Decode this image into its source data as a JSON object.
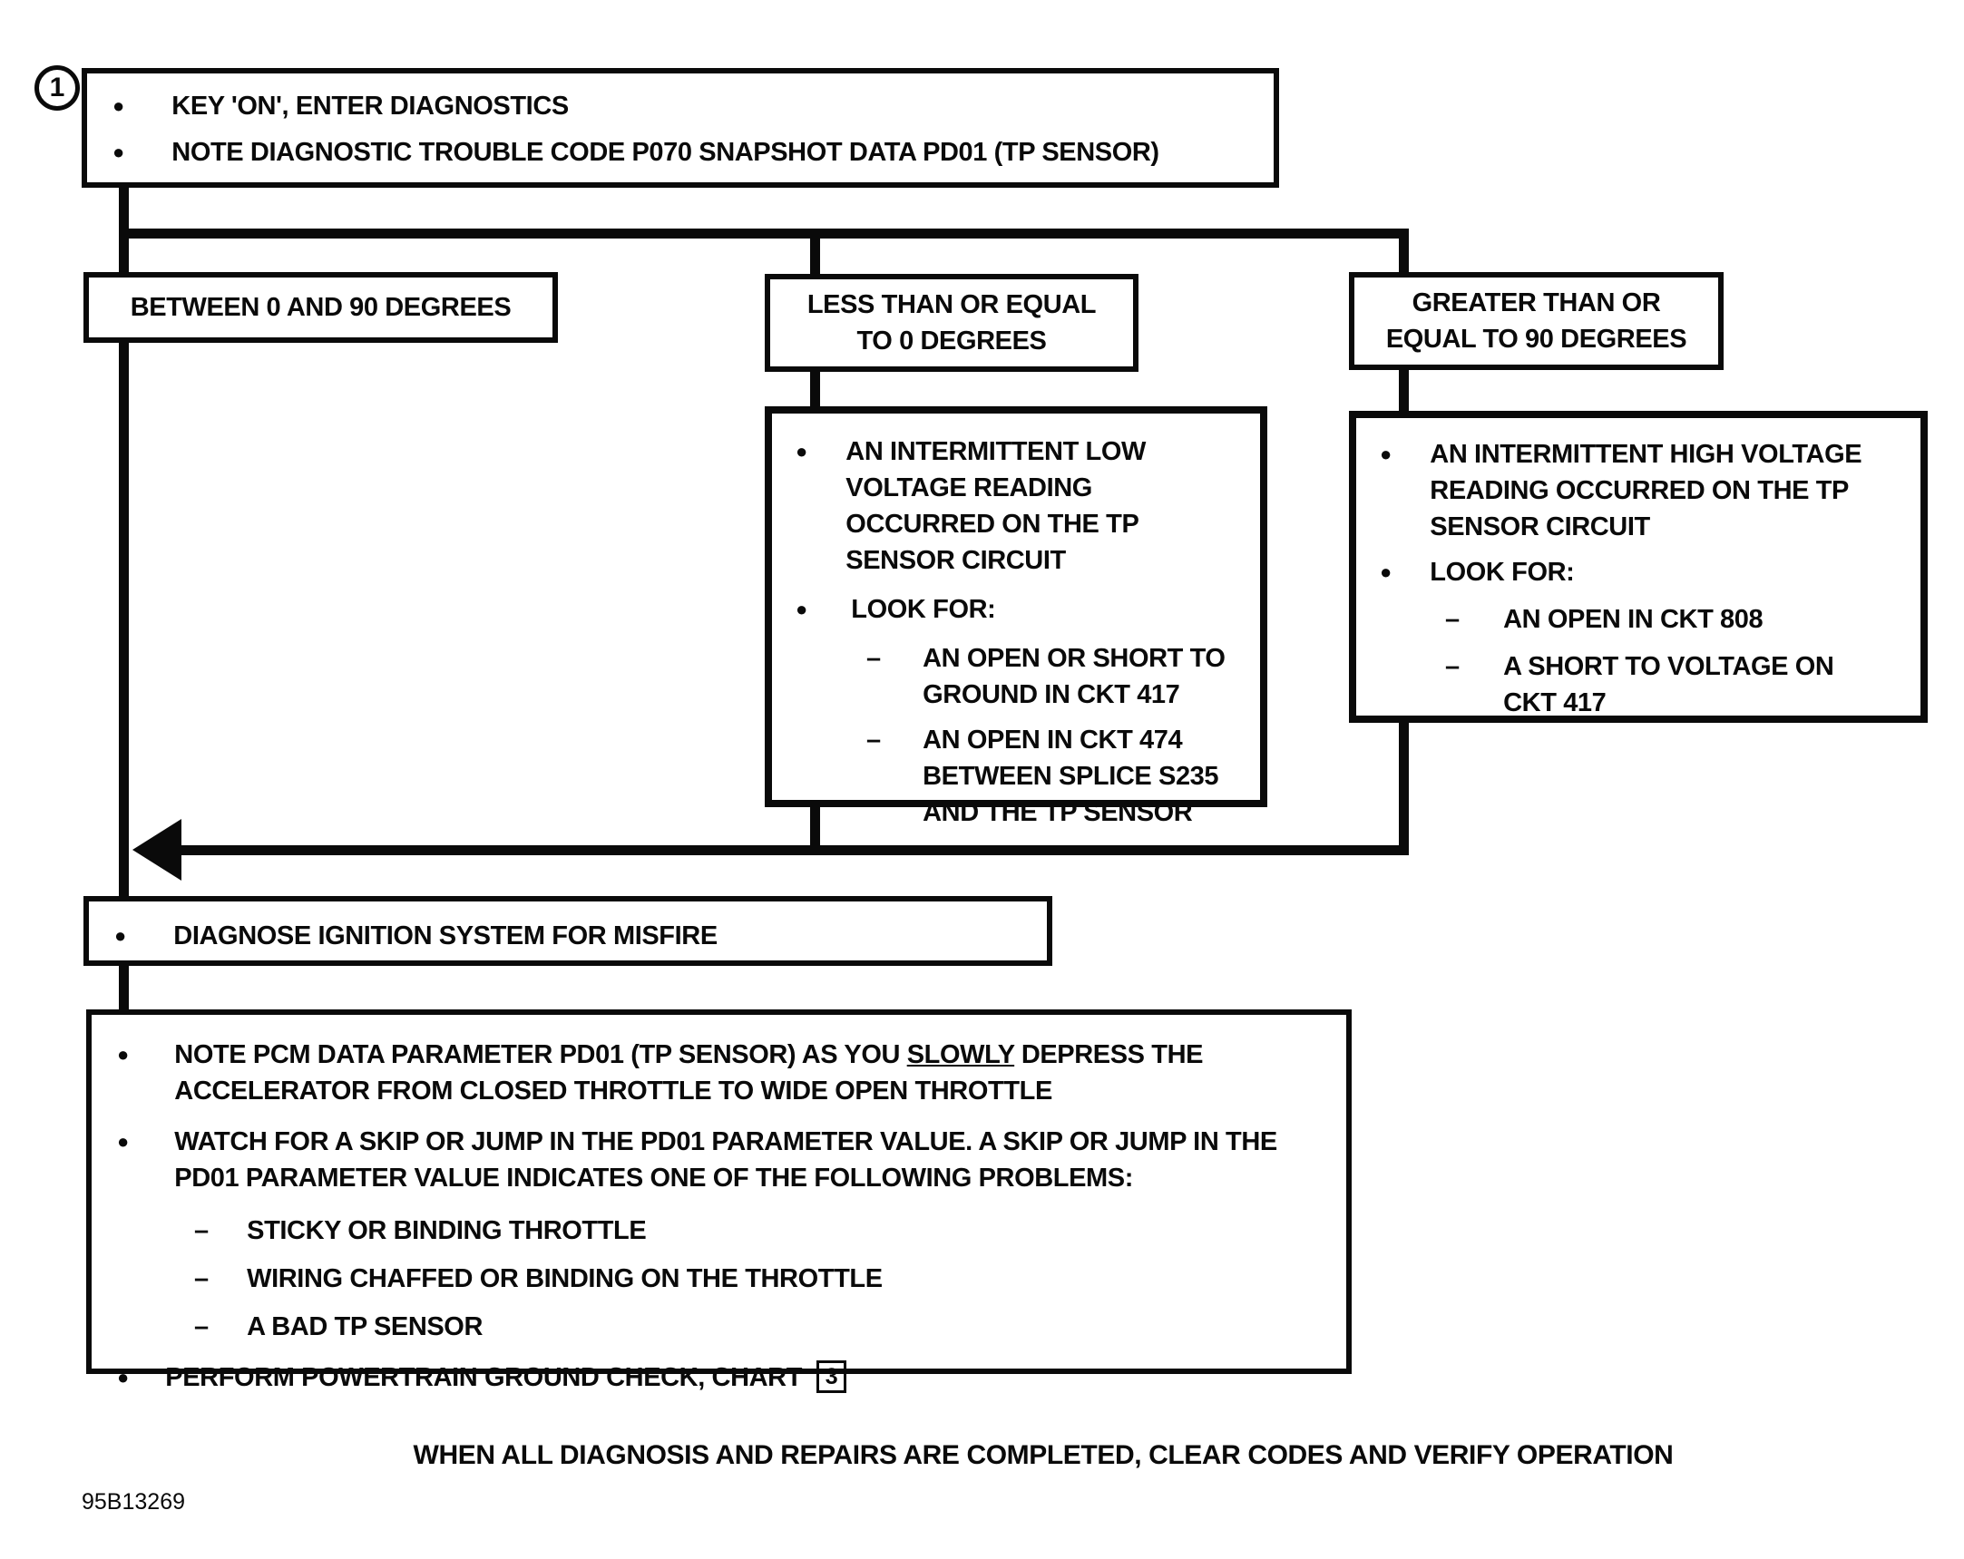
{
  "page": {
    "figure_id": "95B13269",
    "footer_note": "WHEN ALL DIAGNOSIS AND REPAIRS ARE COMPLETED, CLEAR CODES AND VERIFY OPERATION",
    "chart_marker": "1"
  },
  "glyphs": {
    "bullet": "●",
    "dash": "–"
  },
  "start_box": {
    "item1": "KEY 'ON', ENTER DIAGNOSTICS",
    "item2": "NOTE DIAGNOSTIC TROUBLE CODE P070 SNAPSHOT DATA PD01 (TP SENSOR)"
  },
  "branches": {
    "left": {
      "label": "BETWEEN 0 AND 90 DEGREES"
    },
    "middle": {
      "label_line1": "LESS THAN OR EQUAL",
      "label_line2": "TO 0 DEGREES"
    },
    "right": {
      "label_line1": "GREATER THAN OR",
      "label_line2": "EQUAL TO 90 DEGREES"
    }
  },
  "middle_detail": {
    "item1": "AN INTERMITTENT LOW VOLTAGE READING OCCURRED ON THE TP SENSOR CIRCUIT",
    "item2": "LOOK FOR:",
    "sub1": "AN OPEN OR SHORT TO GROUND IN CKT 417",
    "sub2": "AN OPEN IN CKT 474 BETWEEN SPLICE S235 AND THE TP SENSOR"
  },
  "right_detail": {
    "item1": "AN INTERMITTENT HIGH VOLTAGE READING OCCURRED ON THE TP SENSOR CIRCUIT",
    "item2": "LOOK FOR:",
    "sub1": "AN OPEN IN CKT 808",
    "sub2": "A SHORT TO VOLTAGE ON CKT 417"
  },
  "misfire_box": {
    "item1": "DIAGNOSE IGNITION SYSTEM FOR MISFIRE"
  },
  "final_box": {
    "item1_pre": "NOTE PCM DATA PARAMETER PD01 (TP SENSOR) AS YOU ",
    "item1_em": "SLOWLY",
    "item1_post": " DEPRESS THE ACCELERATOR FROM CLOSED THROTTLE TO WIDE OPEN THROTTLE",
    "item2": "WATCH FOR A SKIP OR JUMP IN THE PD01 PARAMETER VALUE. A SKIP OR JUMP IN THE PD01 PARAMETER VALUE INDICATES ONE OF THE FOLLOWING PROBLEMS:",
    "sub1": "STICKY OR BINDING THROTTLE",
    "sub2": "WIRING CHAFFED OR BINDING ON THE THROTTLE",
    "sub3": "A BAD TP SENSOR",
    "item3_pre": "PERFORM POWERTRAIN GROUND CHECK, CHART ",
    "item3_ref": "3"
  }
}
